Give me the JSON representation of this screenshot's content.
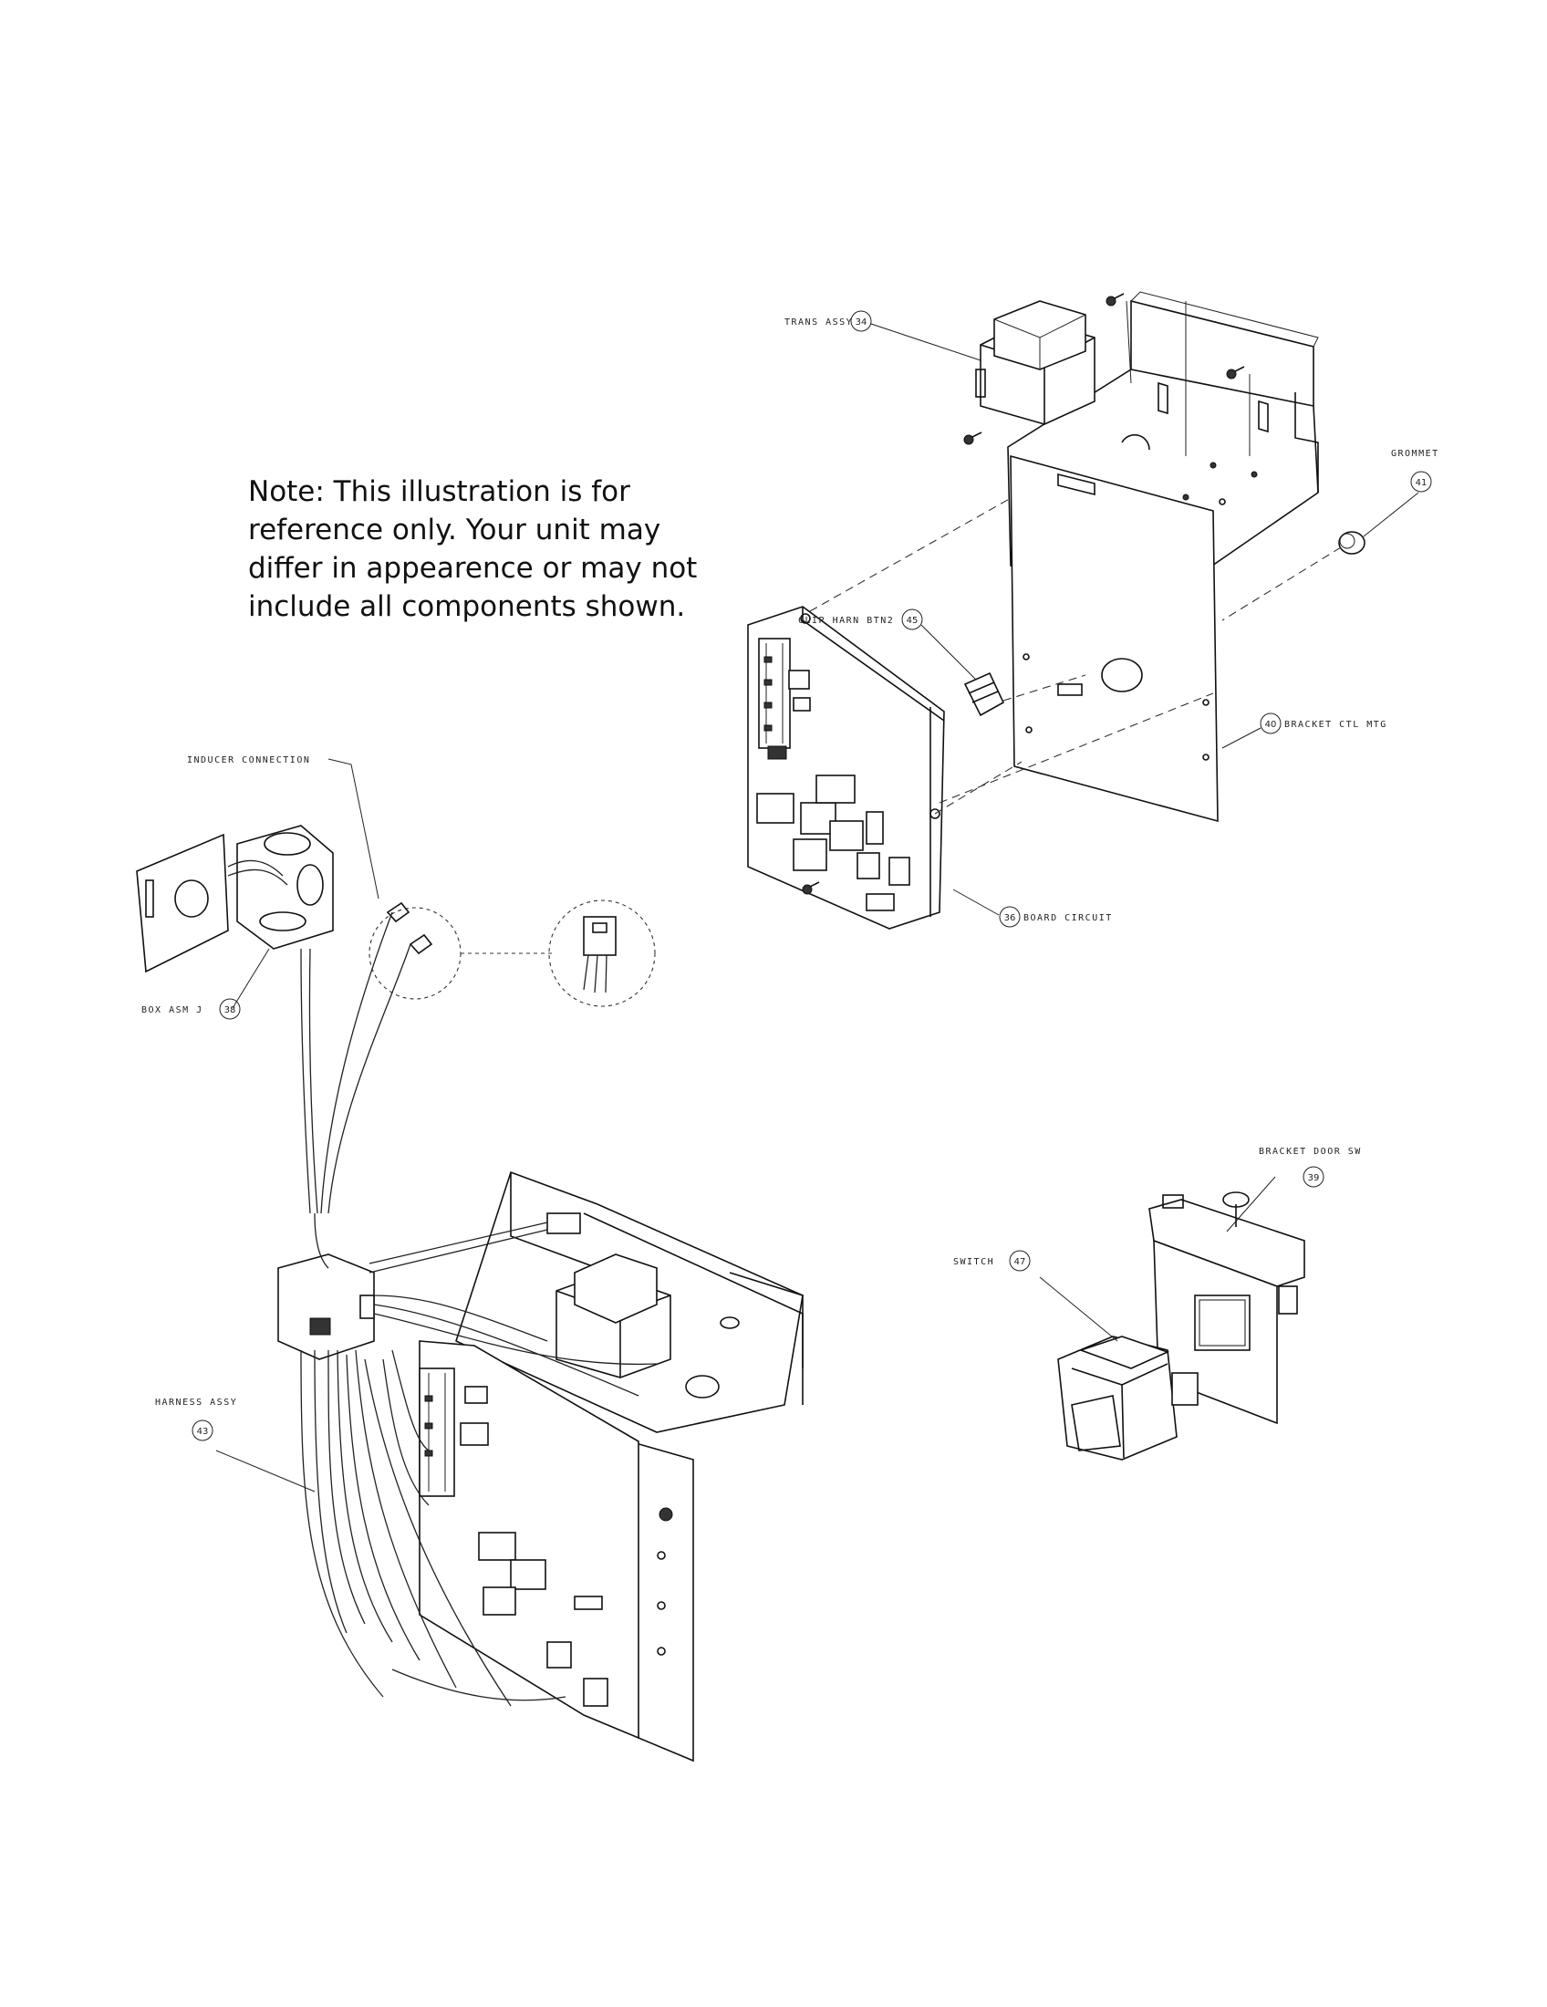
{
  "note": {
    "lines": [
      "Note: This illustration is for",
      "reference only. Your unit may",
      "differ in appearence or may not",
      "include all components shown."
    ]
  },
  "callouts": {
    "trans_assy": {
      "label": "TRANS ASSY",
      "number": "34"
    },
    "grommet": {
      "label": "GROMMET",
      "number": "41"
    },
    "clip_harn": {
      "label": "CLIP HARN BTN2",
      "number": "45"
    },
    "bracket_ctl": {
      "label": "BRACKET CTL MTG",
      "number": "40"
    },
    "board_circuit": {
      "label": "BOARD CIRCUIT",
      "number": "36"
    },
    "inducer": {
      "label": "INDUCER CONNECTION"
    },
    "box_asm": {
      "label": "BOX ASM J",
      "number": "38"
    },
    "bracket_door": {
      "label": "BRACKET DOOR SW",
      "number": "39"
    },
    "switch": {
      "label": "SWITCH",
      "number": "47"
    },
    "harness": {
      "label": "HARNESS ASSY",
      "number": "43"
    }
  }
}
